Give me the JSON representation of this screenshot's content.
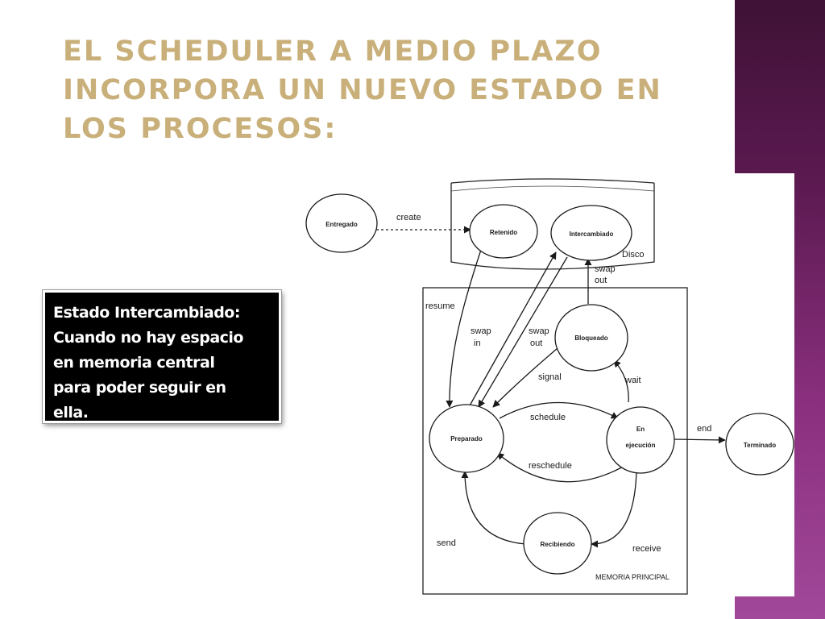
{
  "slide": {
    "title_lines": [
      "El scheduler a medio plazo",
      "incorpora un nuevo estado en",
      "los procesos:"
    ],
    "callout_lines": [
      "Estado Intercambiado:",
      "Cuando no hay espacio",
      "en memoria central",
      "para poder seguir en",
      "ella."
    ],
    "accent_color": "#c9b07a",
    "band_colors": [
      "#3f1236",
      "#a2489a"
    ]
  },
  "diagram": {
    "containers": {
      "disk": "Disco",
      "memory": "MEMORIA PRINCIPAL"
    },
    "states": {
      "entregado": "Entregado",
      "retenido": "Retenido",
      "intercambiado": "Intercambiado",
      "bloqueado": "Bloqueado",
      "preparado": "Preparado",
      "en_ejecucion_1": "En",
      "en_ejecucion_2": "ejecución",
      "terminado": "Terminado",
      "recibiendo": "Recibiendo"
    },
    "transitions": {
      "create": "create",
      "swap_out_top_1": "swap",
      "swap_out_top_2": "out",
      "resume": "resume",
      "swap_in_1": "swap",
      "swap_in_2": "in",
      "swap_out_1": "swap",
      "swap_out_2": "out",
      "signal": "signal",
      "wait": "wait",
      "schedule": "schedule",
      "reschedule": "reschedule",
      "end": "end",
      "send": "send",
      "receive": "receive"
    }
  }
}
